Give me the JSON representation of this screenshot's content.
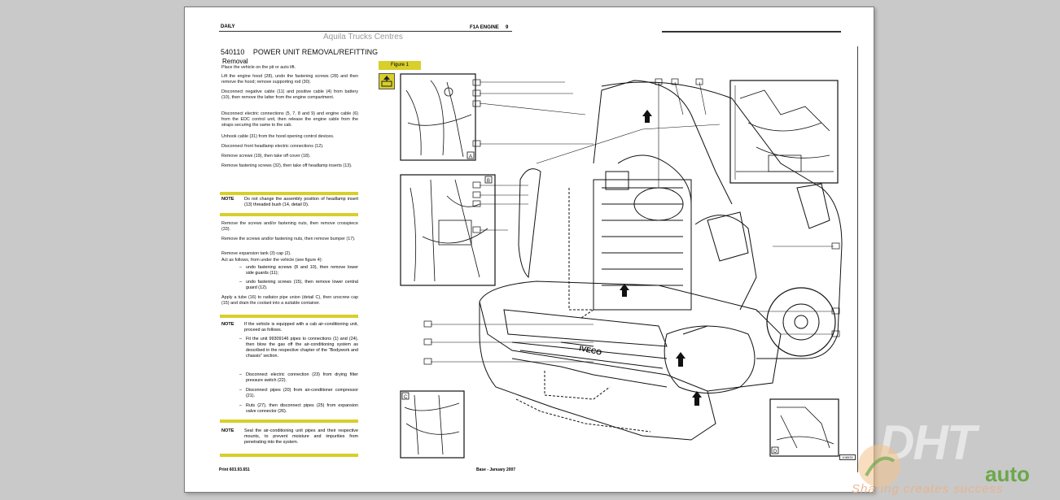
{
  "header": {
    "left": "DAILY",
    "right": "F1A ENGINE",
    "page_number": "9",
    "watermark": "Aquila Trucks Centres"
  },
  "section": {
    "code": "540110",
    "title": "POWER UNIT REMOVAL/REFITTING",
    "subtitle": "Removal"
  },
  "paragraphs": [
    "Place the vehicle on the pit or auto lift.",
    "Lift the engine hood (28), undo the fastening screws (28) and then remove the hood; remove supporting rod (30).",
    "Disconnect negative cable (11) and positive cable (4) from battery (10), then remove the latter from the engine compartment.",
    "Disconnect electric connections (5, 7, 8 and 9) and engine cable (6) from the EDC control unit, then release the engine cable from the straps securing the same to the cab.",
    "Unhook cable (31) from the hood opening control devices.",
    "Disconnect front headlamp electric connections (12).",
    "Remove screws (19), then take off cover (18).",
    "Remove fastening screws (32), then take off headlamp inserts (13)."
  ],
  "note1": {
    "label": "NOTE",
    "text": "Do not change the assembly position of headlamp insert (13) threaded bush (14, detail D)."
  },
  "paragraphs2": [
    "Remove the screws and/or fastening nuts, then remove crosspiece (33).",
    "Remove the screws and/or fastening nuts, then remove bumper (17).",
    "Remove expansion tank (3) cap (2).",
    "Act as follows, from under the vehicle (see figure 4):"
  ],
  "dash_list1": [
    "undo fastening screws (8 and 10), then remove lower side guards (11);",
    "undo fastening screws (15), then remove lower central guard (12)."
  ],
  "paragraph3": "Apply a tube (16) to radiator pipe union (detail C), then unscrew cap (15) and drain the coolant into a suitable container.",
  "note2": {
    "label": "NOTE",
    "text": "If the vehicle is equipped with a cab air-conditioning unit, proceed as follows."
  },
  "dash_list2": [
    "Fit the unit 99309146 pipes to connections (1) and (24), then blow the gas off the air-conditioning system as described in the respective chapter of the \"Bodywork and chassis\" section.",
    "Disconnect electric connection (23) from drying filter pressure switch (22).",
    "Disconnect pipes (20) from air-conditioner compressor (21).",
    "Ruts (27), then disconnect pipes (25) from expansion valve connector (26)."
  ],
  "note3": {
    "label": "NOTE",
    "text": "Seal the air-conditioning unit pipes and their respective mounts, to prevent moisture and impurities from penetrating into the system."
  },
  "figure": {
    "label": "Figure 1",
    "number": "108533",
    "details": [
      "A",
      "B",
      "C",
      "D"
    ]
  },
  "footer": {
    "left": "Print 603.93.651",
    "right": "Base - January 2007"
  },
  "brand": {
    "main": "DHT",
    "sub": "auto",
    "slogan": "Sharing creates success"
  },
  "colors": {
    "accent_yellow": "#d8cf2a",
    "page_bg": "#ffffff",
    "viewer_bg": "#c9c9c9"
  }
}
